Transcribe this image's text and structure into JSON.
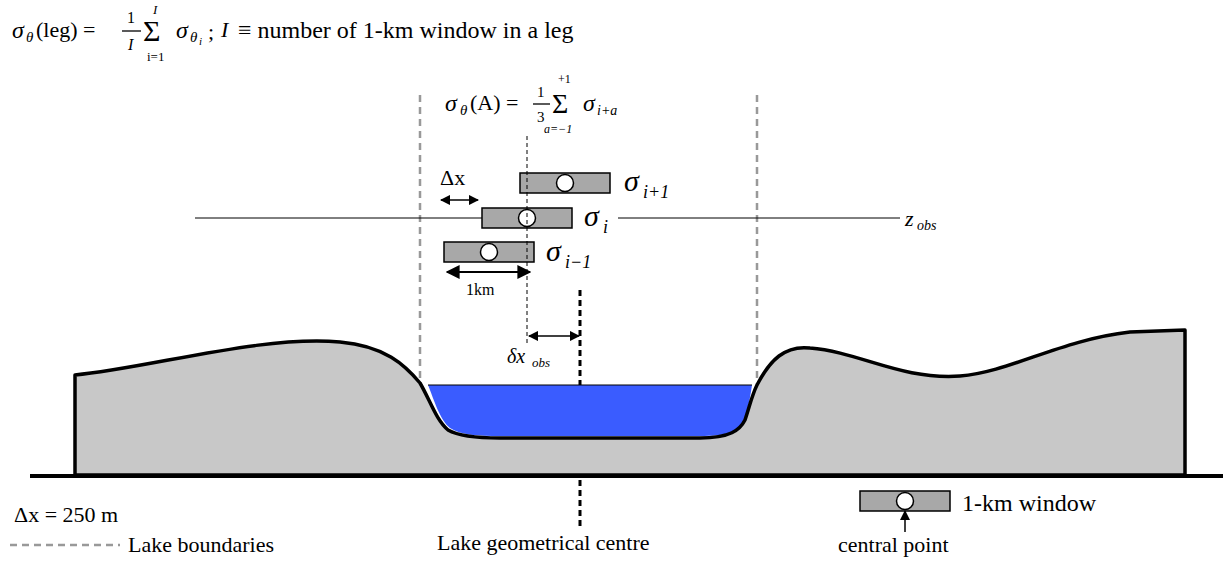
{
  "diagram": {
    "labels": [
      "σ",
      "θ",
      "(leg) =",
      "1",
      "I",
      "Σ",
      "I",
      "i=1",
      "σ",
      "θ",
      "i",
      ";",
      "I",
      "≡ number of 1-km window in a leg",
      "σ",
      "θ",
      "(A) =",
      "1",
      "3",
      "Σ",
      "+1",
      "a=−1",
      "σ",
      "i+a",
      "Δx",
      "σ",
      "i+1",
      "σ",
      "i",
      "z",
      "obs",
      "σ",
      "i−1",
      "1km",
      "δx",
      "obs",
      "Δx = 250 m",
      "Lake geometrical centre",
      "1-km window",
      "central point"
    ],
    "legend": [
      {
        "text": "Lake boundaries"
      }
    ]
  }
}
